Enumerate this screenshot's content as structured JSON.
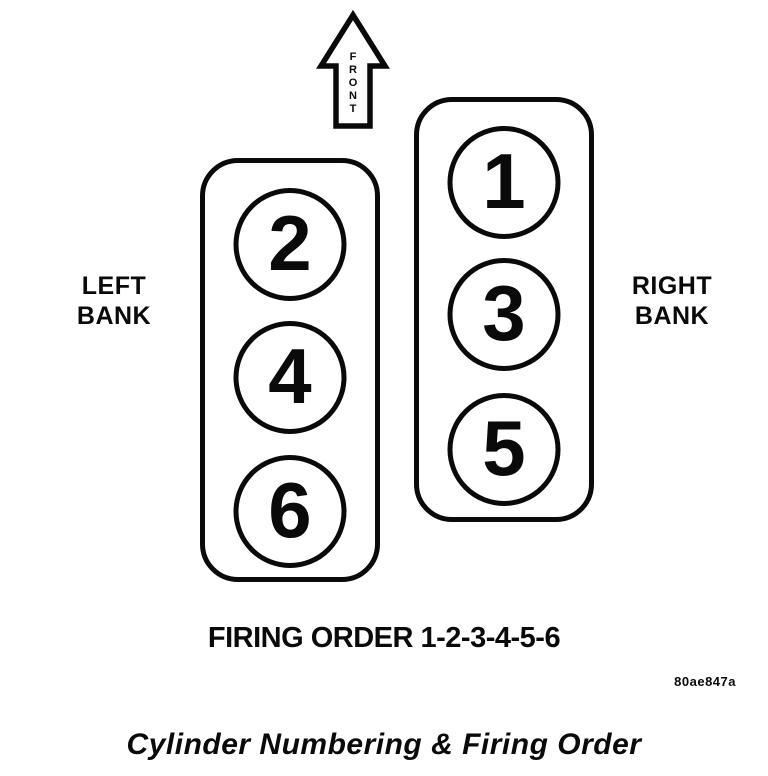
{
  "figure": {
    "front_arrow": {
      "label": "FRONT",
      "letters": [
        "F",
        "R",
        "O",
        "N",
        "T"
      ]
    },
    "left_bank": {
      "label_line1": "LEFT",
      "label_line2": "BANK",
      "cylinders": [
        "2",
        "4",
        "6"
      ]
    },
    "right_bank": {
      "label_line1": "RIGHT",
      "label_line2": "BANK",
      "cylinders": [
        "1",
        "3",
        "5"
      ]
    },
    "firing_order_text": "FIRING ORDER 1-2-3-4-5-6",
    "figure_code": "80ae847a",
    "caption": "Cylinder Numbering & Firing Order",
    "colors": {
      "ink": "#0a0a0a",
      "background": "#ffffff"
    }
  }
}
